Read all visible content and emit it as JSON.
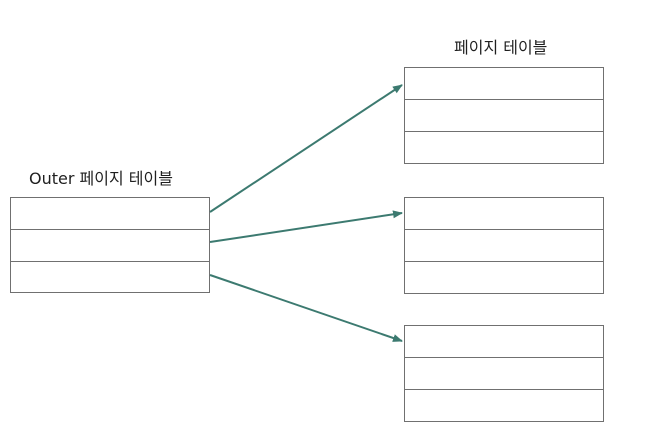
{
  "outer_table": {
    "label": "Outer 페이지 테이블",
    "rows": 3
  },
  "inner_tables": [
    {
      "label": "페이지 테이블",
      "rows": 3
    },
    {
      "label": "",
      "rows": 3
    },
    {
      "label": "",
      "rows": 3
    }
  ],
  "colors": {
    "arrow": "#3c7a70",
    "border": "#707070",
    "text": "#1f1f1f"
  }
}
